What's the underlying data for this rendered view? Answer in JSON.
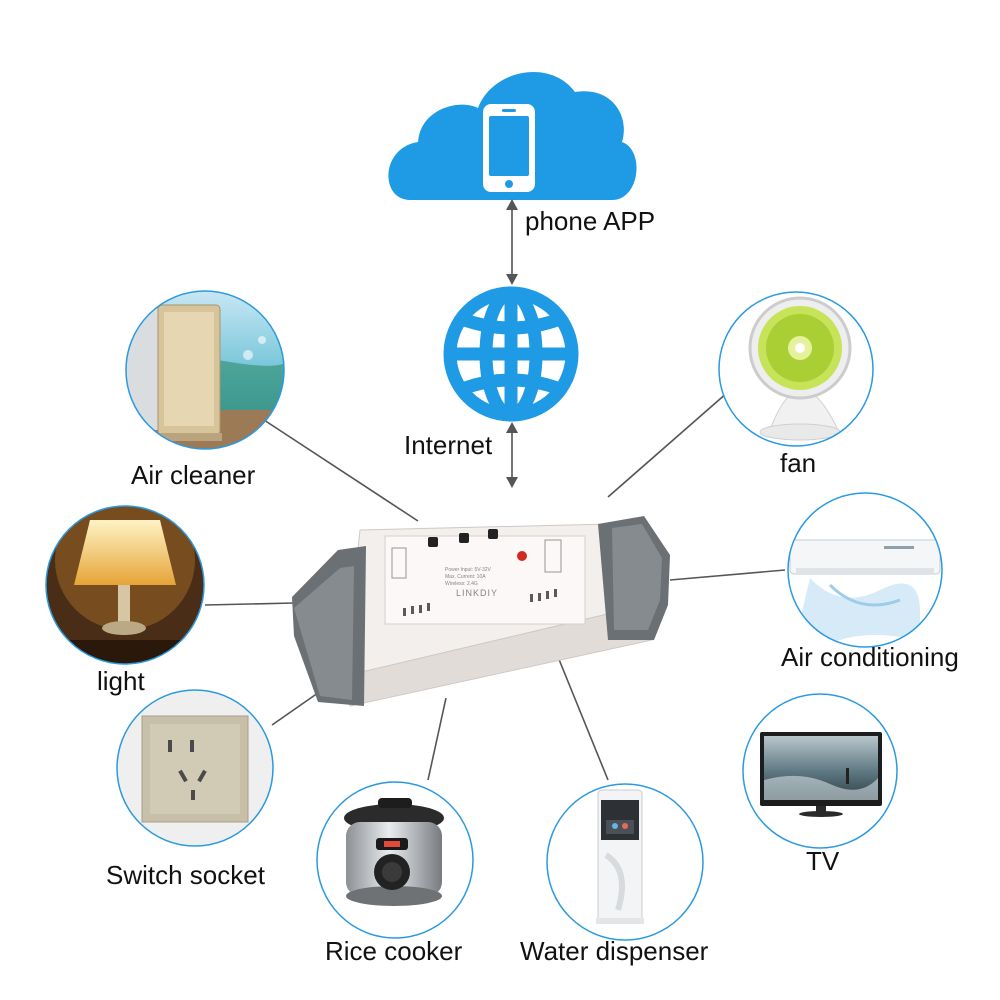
{
  "colors": {
    "cloud": "#1f9be6",
    "globe": "#1f9be6",
    "ring": "#2a9ae0",
    "connector": "#555555",
    "device_shell": "#f4f0ee",
    "device_cap": "#6b7074"
  },
  "top": {
    "phone_label": "phone APP",
    "internet_label": "Internet"
  },
  "device": {
    "brand": "LINKDIY",
    "spec_lines": [
      "Power Input: 5V-32V",
      "Max. Current: 10A",
      "Wireless: 2.4G"
    ]
  },
  "appliances": [
    {
      "id": "air-cleaner",
      "label": "Air cleaner",
      "icon": "air-cleaner-icon"
    },
    {
      "id": "fan",
      "label": "fan",
      "icon": "fan-icon"
    },
    {
      "id": "light",
      "label": "light",
      "icon": "lamp-icon"
    },
    {
      "id": "air-conditioning",
      "label": "Air conditioning",
      "icon": "air-conditioner-icon"
    },
    {
      "id": "switch-socket",
      "label": "Switch socket",
      "icon": "wall-socket-icon"
    },
    {
      "id": "rice-cooker",
      "label": "Rice cooker",
      "icon": "rice-cooker-icon"
    },
    {
      "id": "water-dispenser",
      "label": "Water dispenser",
      "icon": "water-dispenser-icon"
    },
    {
      "id": "tv",
      "label": "TV",
      "icon": "tv-icon"
    }
  ]
}
